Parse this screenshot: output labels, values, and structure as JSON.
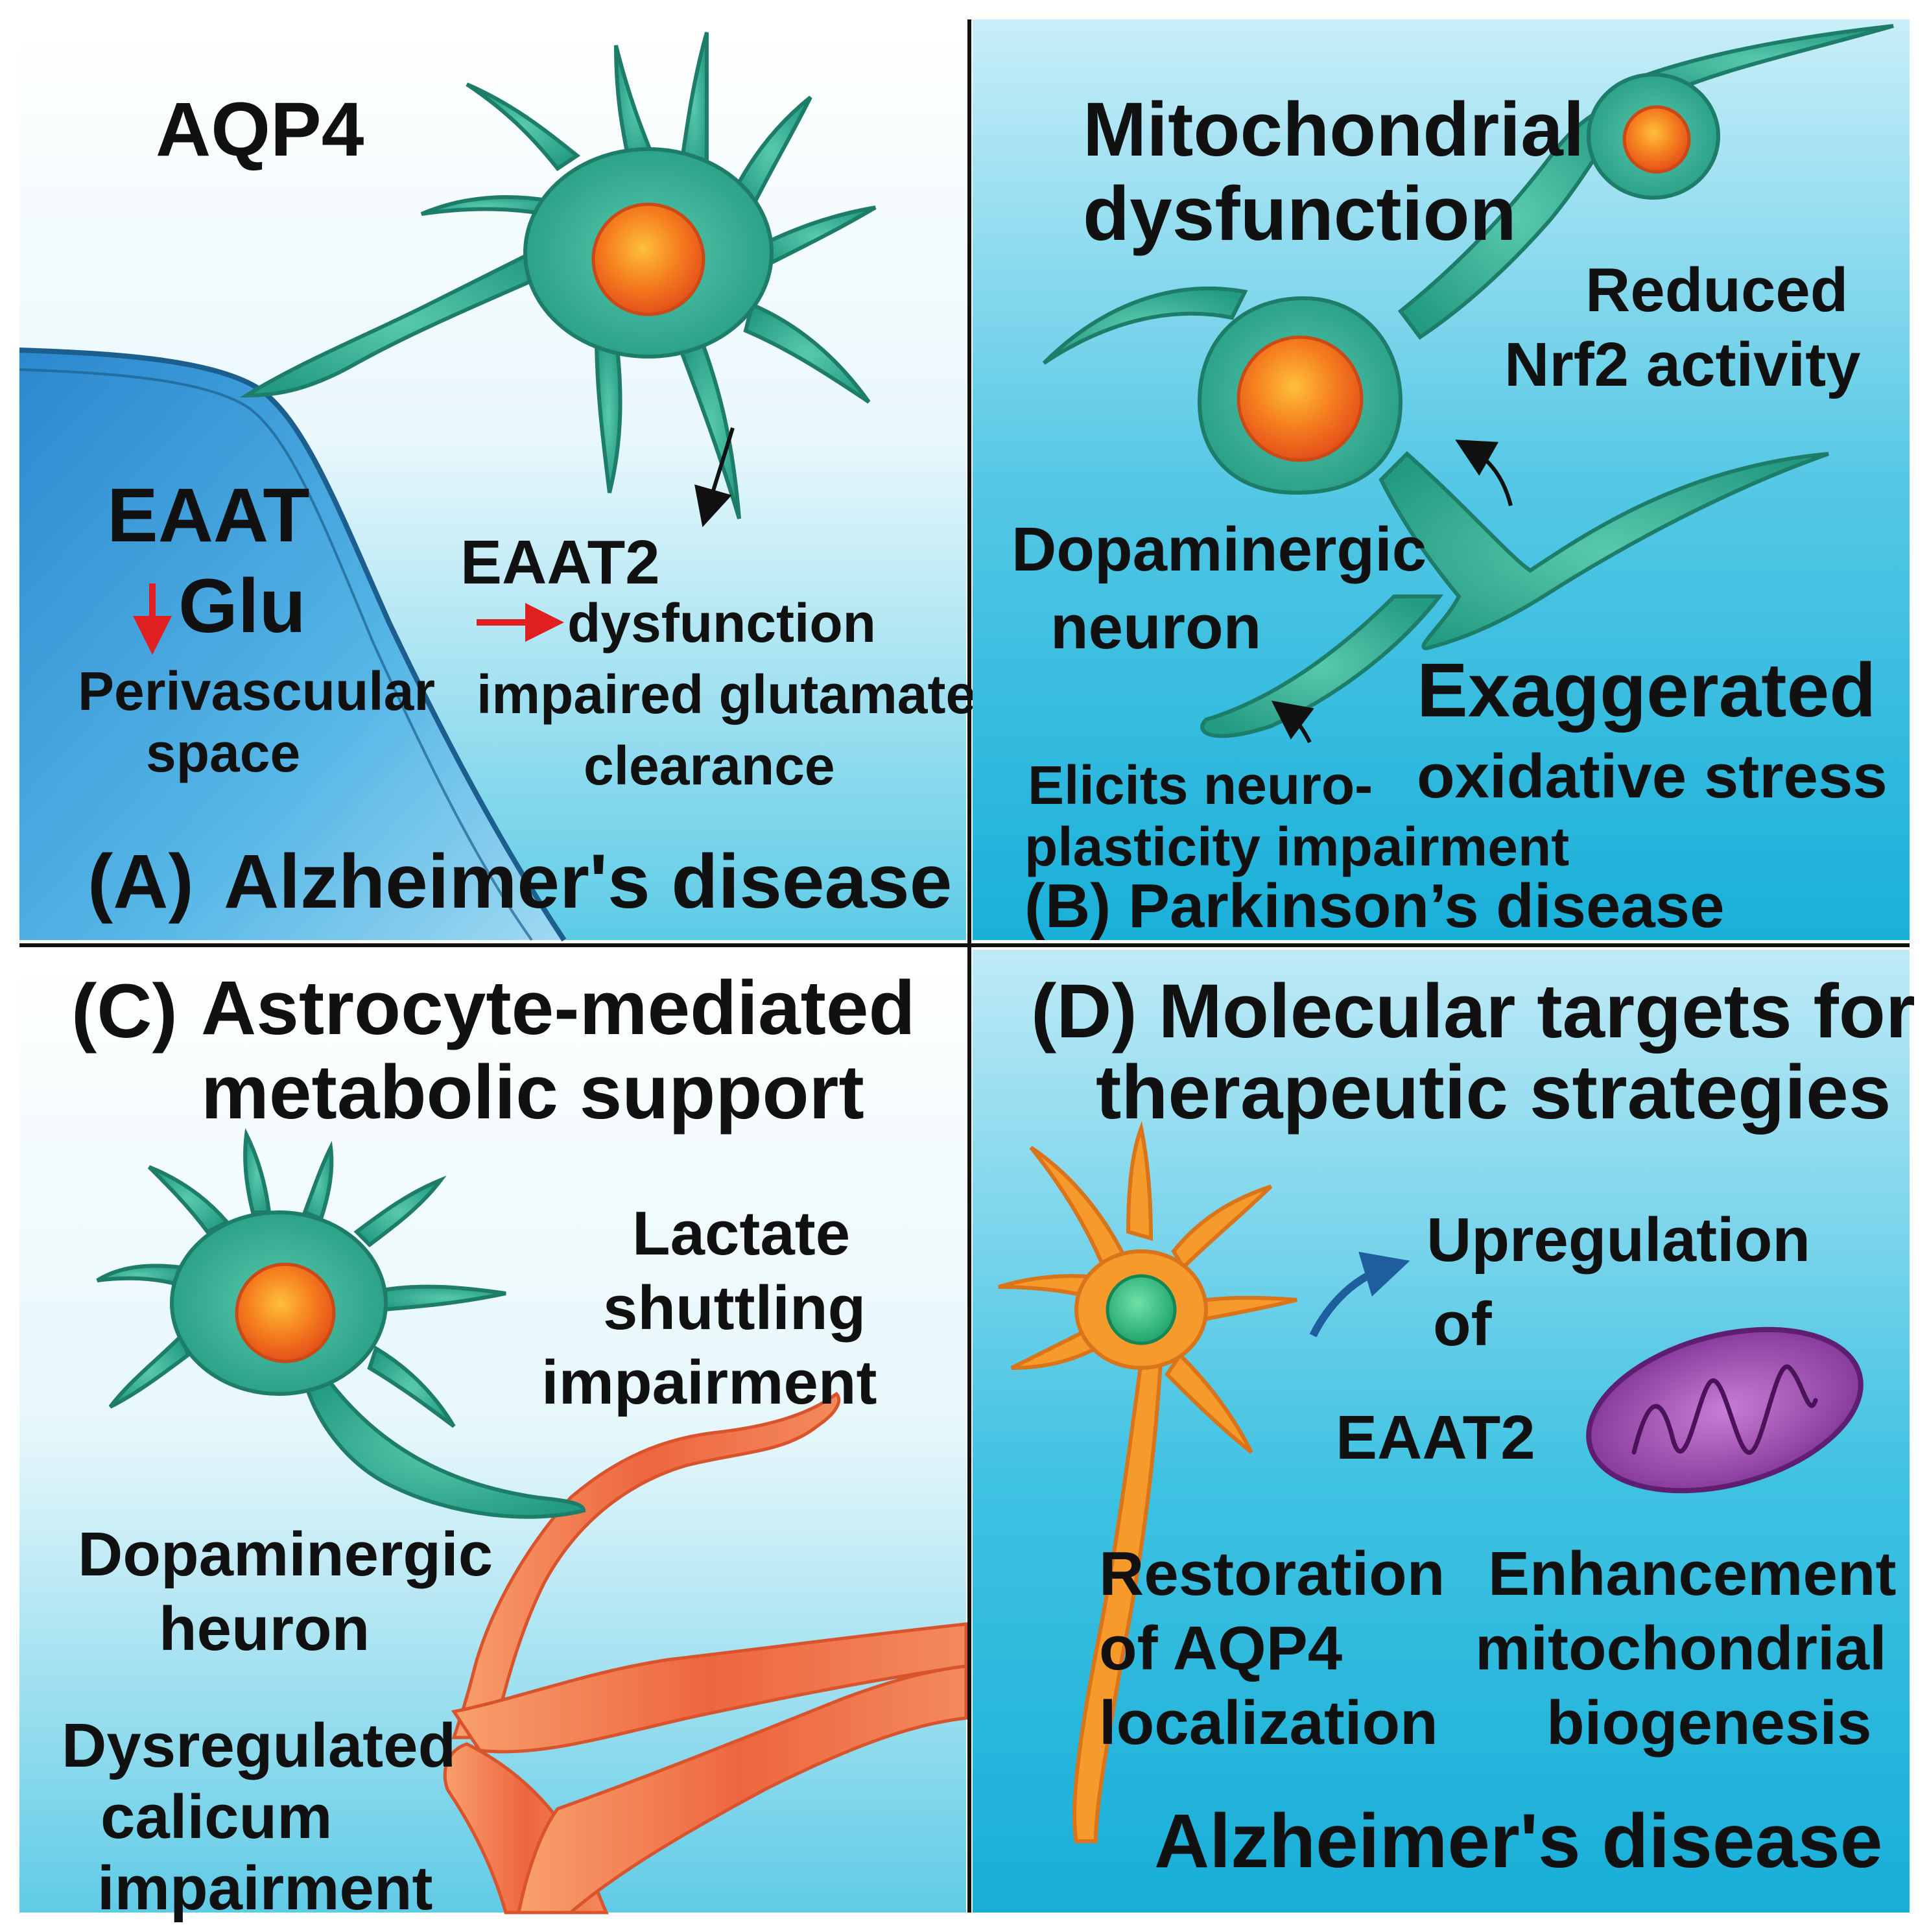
{
  "panels": {
    "a": {
      "label_aqp4": "AQP4",
      "label_eaat": "EAAT",
      "label_glu": "Glu",
      "label_perivascular_1": "Perivascuular",
      "label_perivascular_2": "space",
      "label_eaat2": "EAAT2",
      "label_dysfunction": "dysfunction",
      "label_impaired": "impaired glutamate",
      "label_clearance": "clearance",
      "title_letter": "(A)",
      "title_disease": "Alzheimer's disease"
    },
    "b": {
      "label_mito_1": "Mitochondrial",
      "label_mito_2": "dysfunction",
      "label_nrf2_1": "Reduced",
      "label_nrf2_2": "Nrf2 activity",
      "label_dopa_1": "Dopaminergic",
      "label_dopa_2": "neuron",
      "label_oxidative_1": "Exaggerated",
      "label_oxidative_2": "oxidative stress",
      "label_neuro_1": "Elicits neuro-",
      "label_neuro_2": "plasticity impairment",
      "title": "(B) Parkinson’s disease"
    },
    "c": {
      "title_letter": "(C)",
      "title_1": "Astrocyte-mediated",
      "title_2": "metabolic support",
      "label_lactate_1": "Lactate",
      "label_lactate_2": "shuttling",
      "label_lactate_3": "impairment",
      "label_dopa_1": "Dopaminergic",
      "label_dopa_2": "heuron",
      "label_calcium_1": "Dysregulated",
      "label_calcium_2": "calicum",
      "label_calcium_3": "impairment"
    },
    "d": {
      "title_1": "(D) Molecular targets for",
      "title_2": "therapeutic strategies",
      "label_upreg_1": "Upregulation",
      "label_upreg_2": "of",
      "label_upreg_3": "EAAT2",
      "label_restore_1": "Restoration",
      "label_restore_2": "of AQP4",
      "label_restore_3": "localization",
      "label_enhance_1": "Enhancement",
      "label_enhance_2": "mitochondrial",
      "label_enhance_3": "biogenesis",
      "footer": "Alzheimer's disease"
    }
  },
  "colors": {
    "astrocyte": "#2fa58e",
    "nucleus": "#f26a1b",
    "background_blue": "#3cc0df",
    "vessel": "#2a8fd0",
    "neuron_fiber": "#ef6a43",
    "orange_neuron": "#f59a2b",
    "mitochondrion": "#a24bb0",
    "red_arrow": "#e02020",
    "blue_arrow": "#1f5e9c"
  }
}
